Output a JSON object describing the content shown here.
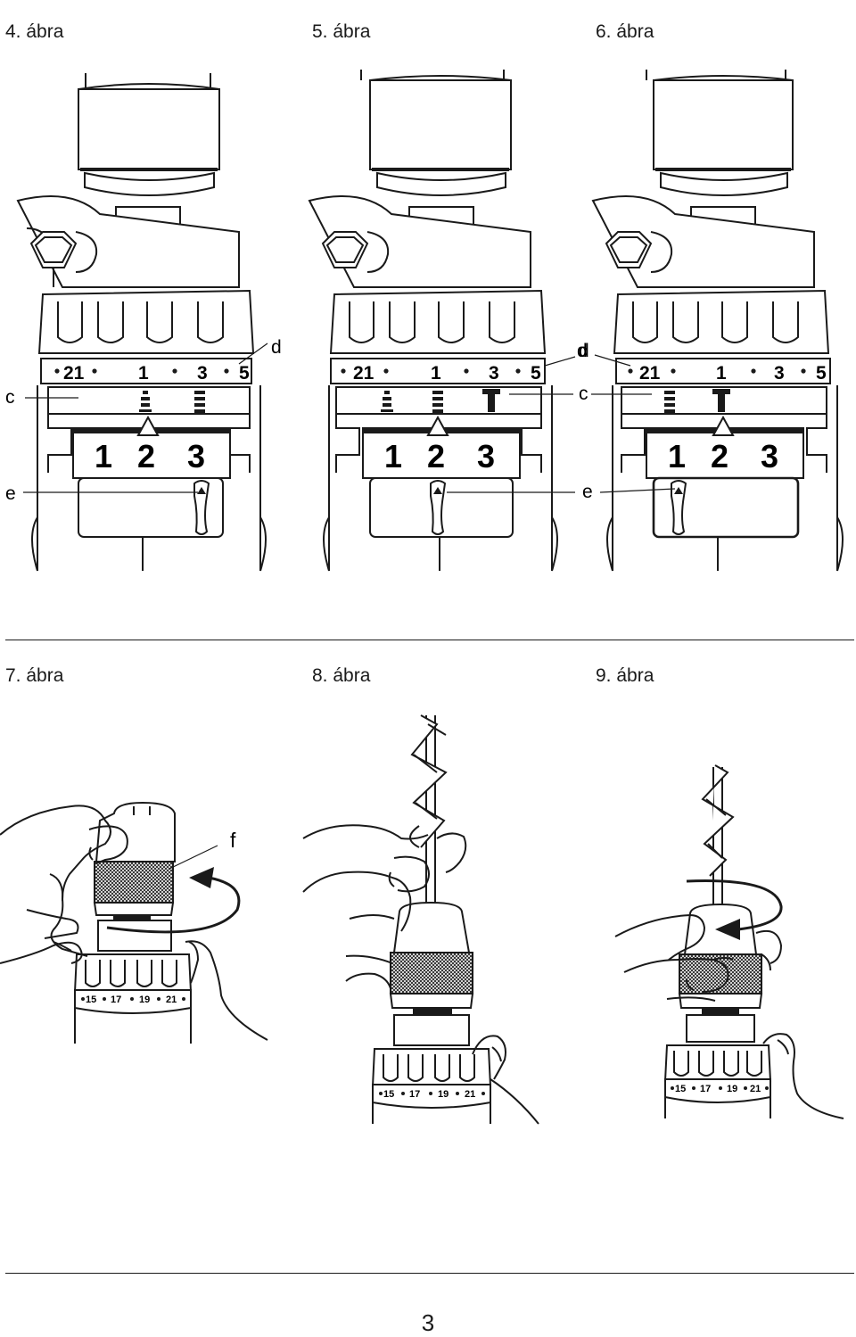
{
  "captions": {
    "fig4": "4. ábra",
    "fig5": "5. ábra",
    "fig6": "6. ábra",
    "fig7": "7. ábra",
    "fig8": "8. ábra",
    "fig9": "9. ábra"
  },
  "labels": {
    "c": "c",
    "d": "d",
    "e": "e",
    "f": "f"
  },
  "torque_scale": {
    "v21": "21",
    "v1": "1",
    "v3": "3",
    "v5": "5"
  },
  "gear_scale": {
    "g1": "1",
    "g2": "2",
    "g3": "3"
  },
  "collar_scale": {
    "v15": "15",
    "v17": "17",
    "v19": "19",
    "v21": "21"
  },
  "page_number": "3"
}
